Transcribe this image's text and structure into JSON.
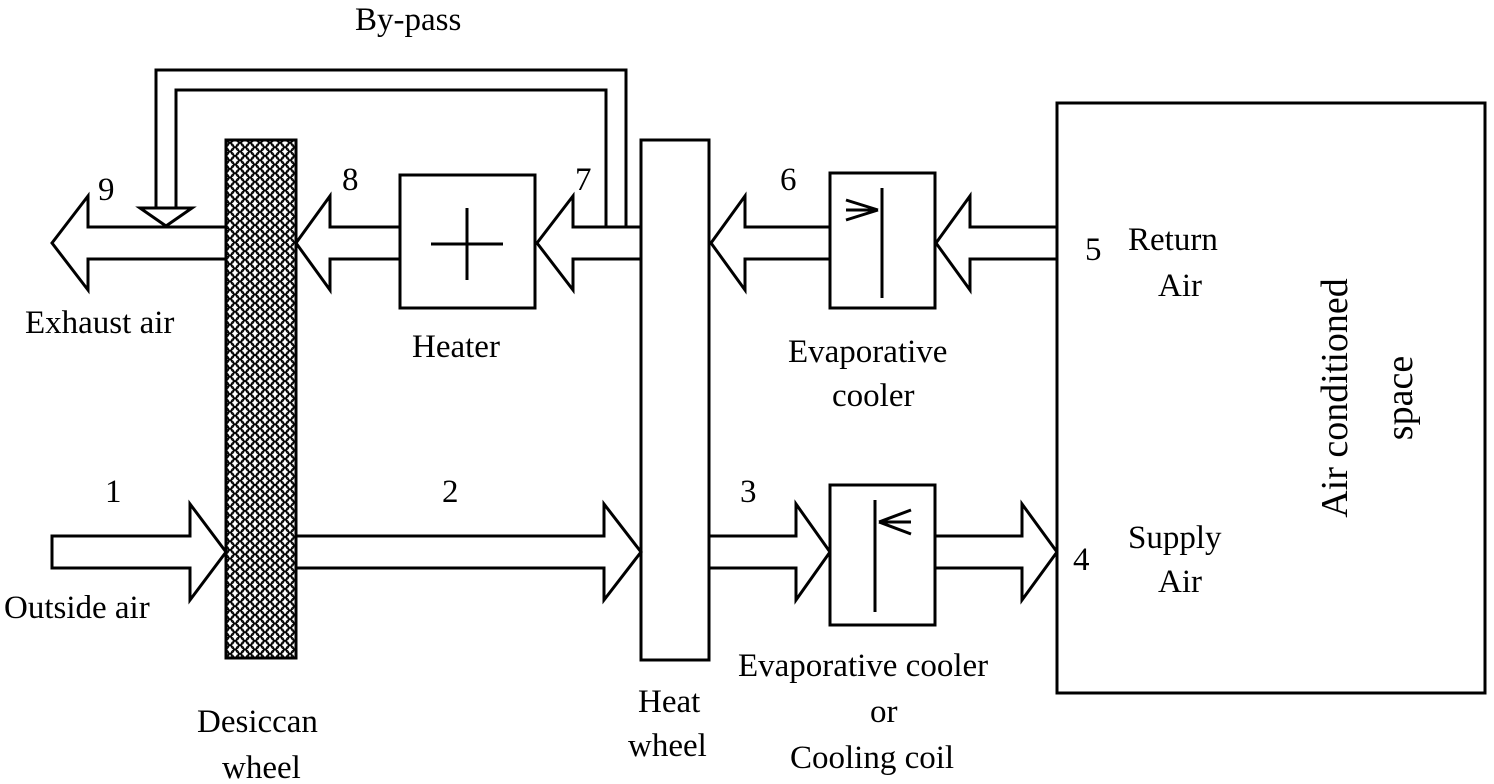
{
  "labels": {
    "bypass": "By-pass",
    "exhaust_air": "Exhaust air",
    "outside_air": "Outside air",
    "heater": "Heater",
    "evap_cooler_line1": "Evaporative",
    "evap_cooler_line2": "cooler",
    "evap_or_coil_line1": "Evaporative cooler",
    "evap_or_coil_line2": "or",
    "evap_or_coil_line3": "Cooling coil",
    "desiccant_line1": "Desiccan",
    "desiccant_line2": "wheel",
    "heat_wheel_line1": "Heat",
    "heat_wheel_line2": "wheel",
    "return_air_line1": "Return",
    "return_air_line2": "Air",
    "supply_air_line1": "Supply",
    "supply_air_line2": "Air",
    "space_line1": "Air conditioned",
    "space_line2": "space"
  },
  "state_points": [
    "1",
    "2",
    "3",
    "4",
    "5",
    "6",
    "7",
    "8",
    "9"
  ]
}
